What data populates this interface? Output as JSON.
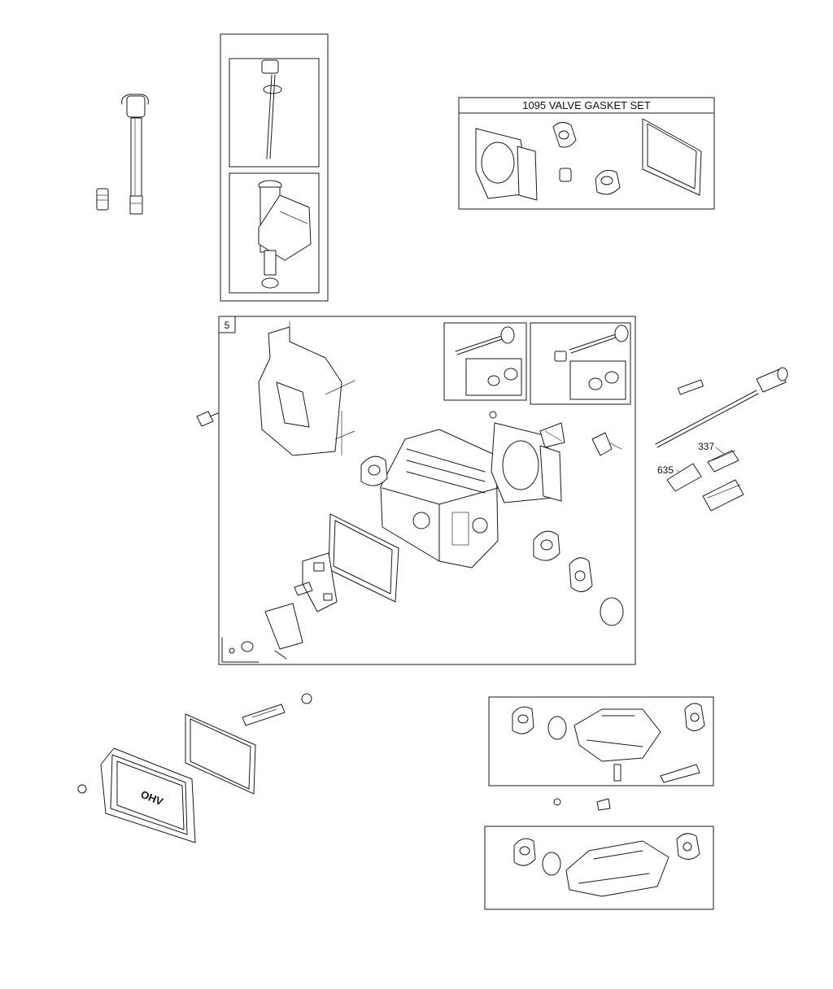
{
  "diagram": {
    "valve_gasket_set_title": "1095 VALVE GASKET SET",
    "cylinder_head_box_label": "5",
    "callouts": {
      "item_337": "337",
      "item_635": "635"
    },
    "cover_logo_text": "OHV"
  },
  "colors": {
    "line": "#1a1a1a",
    "background": "#ffffff"
  }
}
